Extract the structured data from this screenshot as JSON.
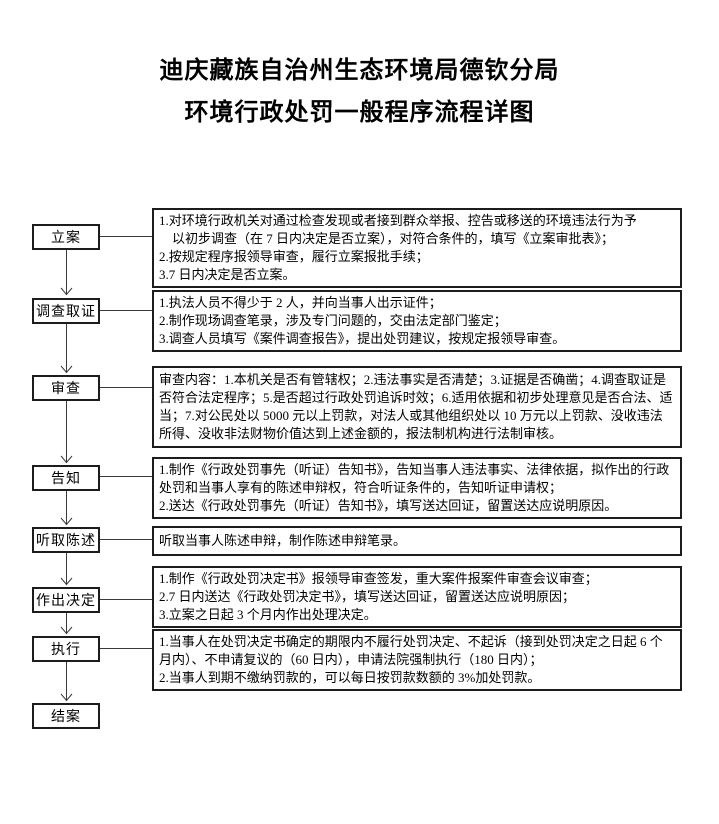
{
  "page": {
    "title_line1": "迪庆藏族自治州生态环境局德钦分局",
    "title_line2": "环境行政处罚一般程序流程详图"
  },
  "flow": {
    "steps": [
      {
        "label": "立案",
        "detail": "1.对环境行政机关对通过检查发现或者接到群众举报、控告或移送的环境违法行为予\n　以初步调查（在 7 日内决定是否立案），对符合条件的，填写《立案审批表》；\n2.按规定程序报领导审查，履行立案报批手续；\n3.7 日内决定是否立案。"
      },
      {
        "label": "调查取证",
        "detail": "1.执法人员不得少于 2 人，并向当事人出示证件；\n2.制作现场调查笔录，涉及专门问题的，交由法定部门鉴定；\n3.调查人员填写《案件调查报告》，提出处罚建议，按规定报领导审查。"
      },
      {
        "label": "审查",
        "detail": "审查内容：1.本机关是否有管辖权；2.违法事实是否清楚；3.证据是否确凿；4.调查取证是否符合法定程序；5.是否超过行政处罚追诉时效；6.适用依据和初步处理意见是否合法、适当；7.对公民处以 5000 元以上罚款，对法人或其他组织处以 10 万元以上罚款、没收违法所得、没收非法财物价值达到上述金额的，报法制机构进行法制审核。"
      },
      {
        "label": "告知",
        "detail": "1.制作《行政处罚事先（听证）告知书》，告知当事人违法事实、法律依据，拟作出的行政处罚和当事人享有的陈述申辩权，符合听证条件的，告知听证申请权；\n2.送达《行政处罚事先（听证）告知书》，填写送达回证，留置送达应说明原因。"
      },
      {
        "label": "听取陈述",
        "detail": "听取当事人陈述申辩，制作陈述申辩笔录。"
      },
      {
        "label": "作出决定",
        "detail": "1.制作《行政处罚决定书》报领导审查签发，重大案件报案件审查会议审查；\n2.7 日内送达《行政处罚决定书》，填写送达回证，留置送达应说明原因；\n3.立案之日起 3 个月内作出处理决定。"
      },
      {
        "label": "执行",
        "detail": "1.当事人在处罚决定书确定的期限内不履行处罚决定、不起诉（接到处罚决定之日起 6 个月内）、不申请复议的（60 日内），申请法院强制执行（180 日内）；\n2.当事人到期不缴纳罚款的，可以每日按罚款数额的 3%加处罚款。"
      },
      {
        "label": "结案"
      }
    ]
  },
  "colors": {
    "background": "#ffffff",
    "text": "#000000",
    "box_border": "#1c1c1c",
    "line": "#3a3a3a"
  }
}
